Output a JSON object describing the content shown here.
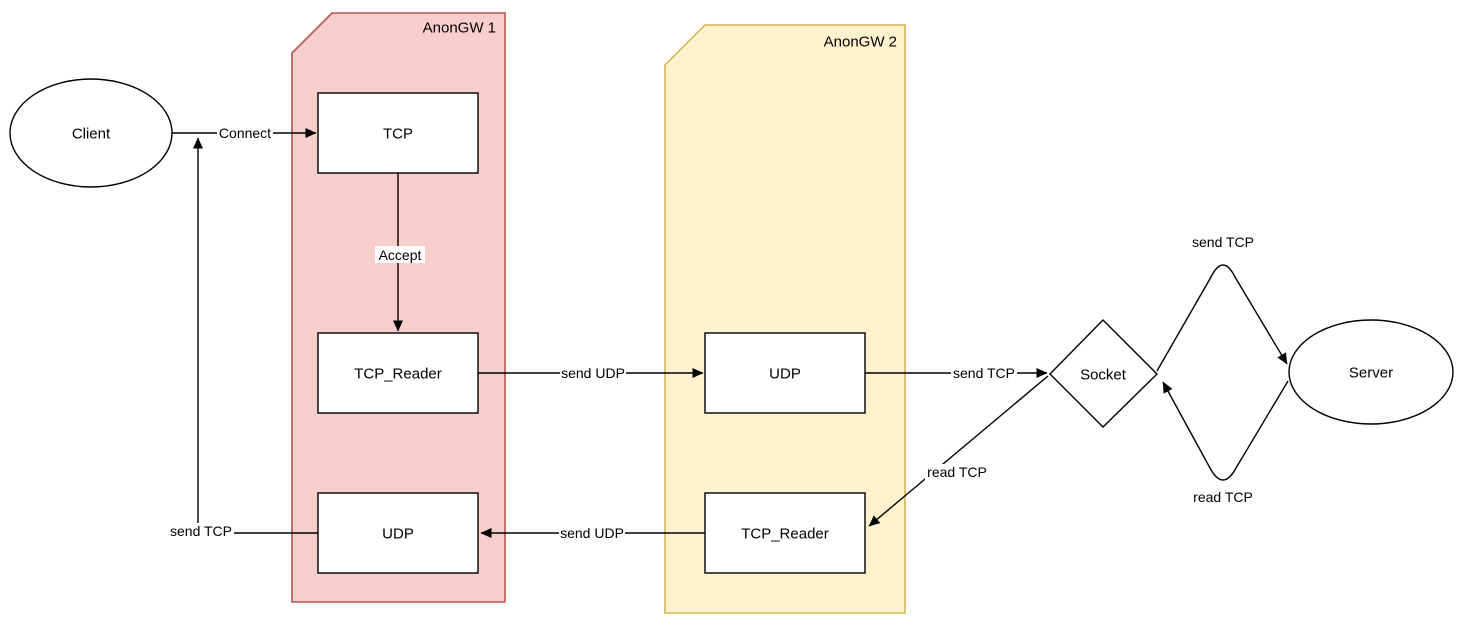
{
  "diagram": {
    "colors": {
      "background": "#ffffff",
      "line": "#000000",
      "node_fill": "#ffffff",
      "node_stroke": "#000000",
      "text": "#000000"
    },
    "containers": {
      "gw1": {
        "label": "AnonGW 1",
        "fill": "#f8cecc",
        "stroke": "#b85450"
      },
      "gw2": {
        "label": "AnonGW 2",
        "fill": "#fff2cc",
        "stroke": "#d6b656"
      }
    },
    "nodes": {
      "client": {
        "label": "Client",
        "shape": "ellipse"
      },
      "gw1_tcp": {
        "label": "TCP",
        "shape": "rect"
      },
      "gw1_tcp_reader": {
        "label": "TCP_Reader",
        "shape": "rect"
      },
      "gw1_udp": {
        "label": "UDP",
        "shape": "rect"
      },
      "gw2_udp": {
        "label": "UDP",
        "shape": "rect"
      },
      "gw2_tcp_reader": {
        "label": "TCP_Reader",
        "shape": "rect"
      },
      "socket": {
        "label": "Socket",
        "shape": "diamond"
      },
      "server": {
        "label": "Server",
        "shape": "ellipse"
      }
    },
    "edges": {
      "connect": {
        "label": "Connect",
        "from": "client",
        "to": "gw1_tcp"
      },
      "accept": {
        "label": "Accept",
        "from": "gw1_tcp",
        "to": "gw1_tcp_reader"
      },
      "send_udp_forward": {
        "label": "send UDP",
        "from": "gw1_tcp_reader",
        "to": "gw2_udp"
      },
      "send_tcp_to_socket": {
        "label": "send TCP",
        "from": "gw2_udp",
        "to": "socket"
      },
      "send_tcp_to_server": {
        "label": "send TCP",
        "from": "socket",
        "to": "server"
      },
      "read_tcp_from_server": {
        "label": "read TCP",
        "from": "server",
        "to": "socket"
      },
      "read_tcp_to_reader": {
        "label": "read TCP",
        "from": "socket",
        "to": "gw2_tcp_reader"
      },
      "send_udp_back": {
        "label": "send UDP",
        "from": "gw2_tcp_reader",
        "to": "gw1_udp"
      },
      "send_tcp_to_client": {
        "label": "send TCP",
        "from": "gw1_udp",
        "to": "client"
      }
    }
  }
}
